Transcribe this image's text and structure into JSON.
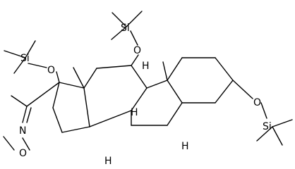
{
  "diagram": {
    "type": "chemical-structure",
    "atoms": [
      {
        "id": "si_top_left",
        "text": "Si"
      },
      {
        "id": "o_top_left",
        "text": "O"
      },
      {
        "id": "si_top_center",
        "text": "Si"
      },
      {
        "id": "o_center",
        "text": "O"
      },
      {
        "id": "h_c8",
        "text": "H"
      },
      {
        "id": "h_c14",
        "text": "H"
      },
      {
        "id": "h_c9",
        "text": "H"
      },
      {
        "id": "h_c5",
        "text": "H"
      },
      {
        "id": "o_right",
        "text": "O"
      },
      {
        "id": "si_right",
        "text": "Si"
      },
      {
        "id": "n_oxime",
        "text": "N"
      },
      {
        "id": "o_oxime",
        "text": "O"
      }
    ]
  }
}
